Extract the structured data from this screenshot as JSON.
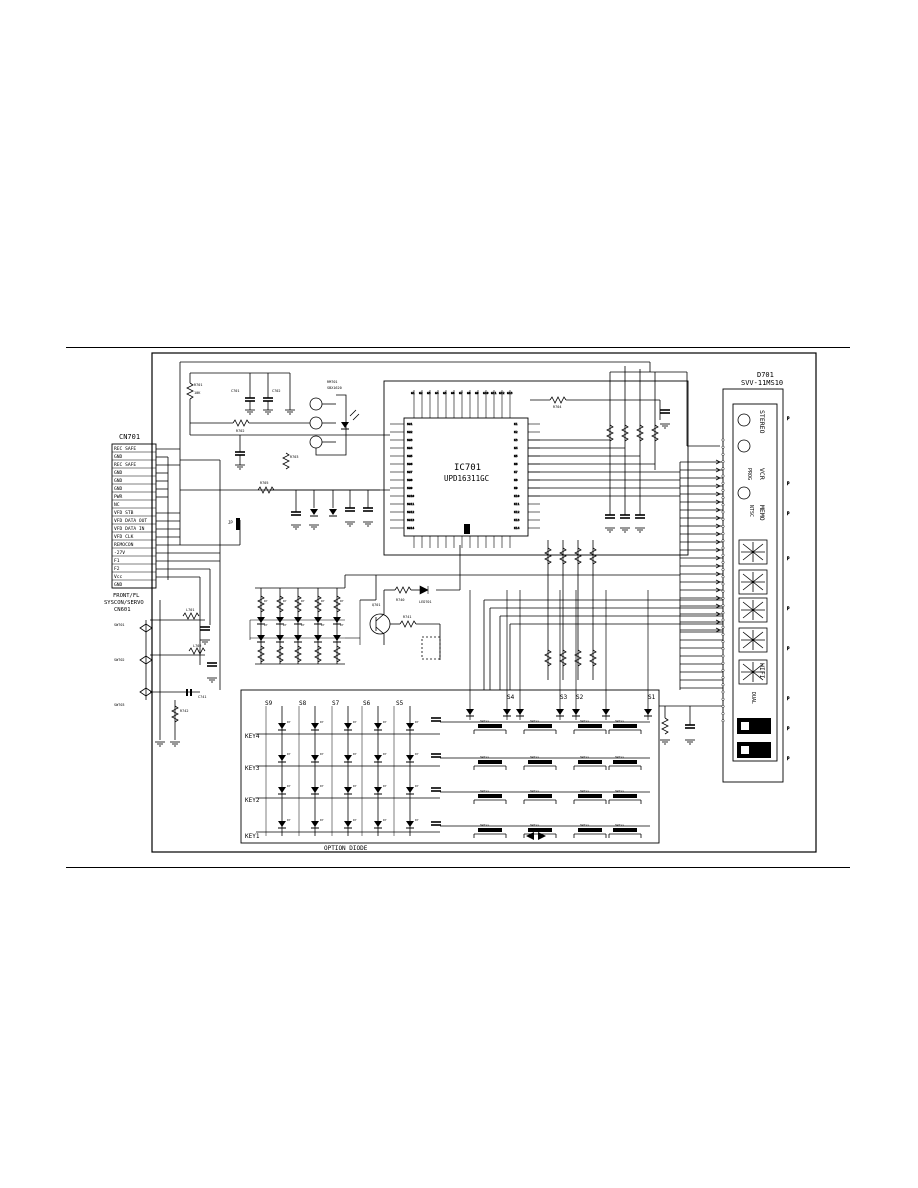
{
  "connector": {
    "ref": "CN701",
    "pins": [
      "REC SAFE",
      "GND",
      "REC SAFE",
      "GND",
      "GND",
      "GND",
      "PWR",
      "NC",
      "VFD STB",
      "VFD DATA OUT",
      "VFD DATA IN",
      "VFD CLK",
      "REMOCON",
      "-27V",
      "F1",
      "F2",
      "Vcc",
      "GND"
    ],
    "caption": [
      "FRONT/FL",
      "SYSCON/SERVO",
      "CN601"
    ]
  },
  "ic": {
    "ref": "IC701",
    "part": "UPD16311GC"
  },
  "vfd": {
    "ref": "D701",
    "part": "SVV-11MS10"
  },
  "switch_groups": [
    "S1",
    "S2",
    "S3",
    "S4",
    "S5",
    "S6",
    "S7",
    "S8",
    "S9"
  ],
  "key_rows": [
    "KEY4",
    "KEY3",
    "KEY2",
    "KEY1"
  ],
  "option_label": "OPTION DIODE",
  "fl_labels": [
    "STEREO",
    "VCR",
    "PROG",
    "MEMO",
    "NTSC",
    "HIFI",
    "DUAL"
  ],
  "colors": {
    "ink": "#000000",
    "paper": "#ffffff"
  }
}
